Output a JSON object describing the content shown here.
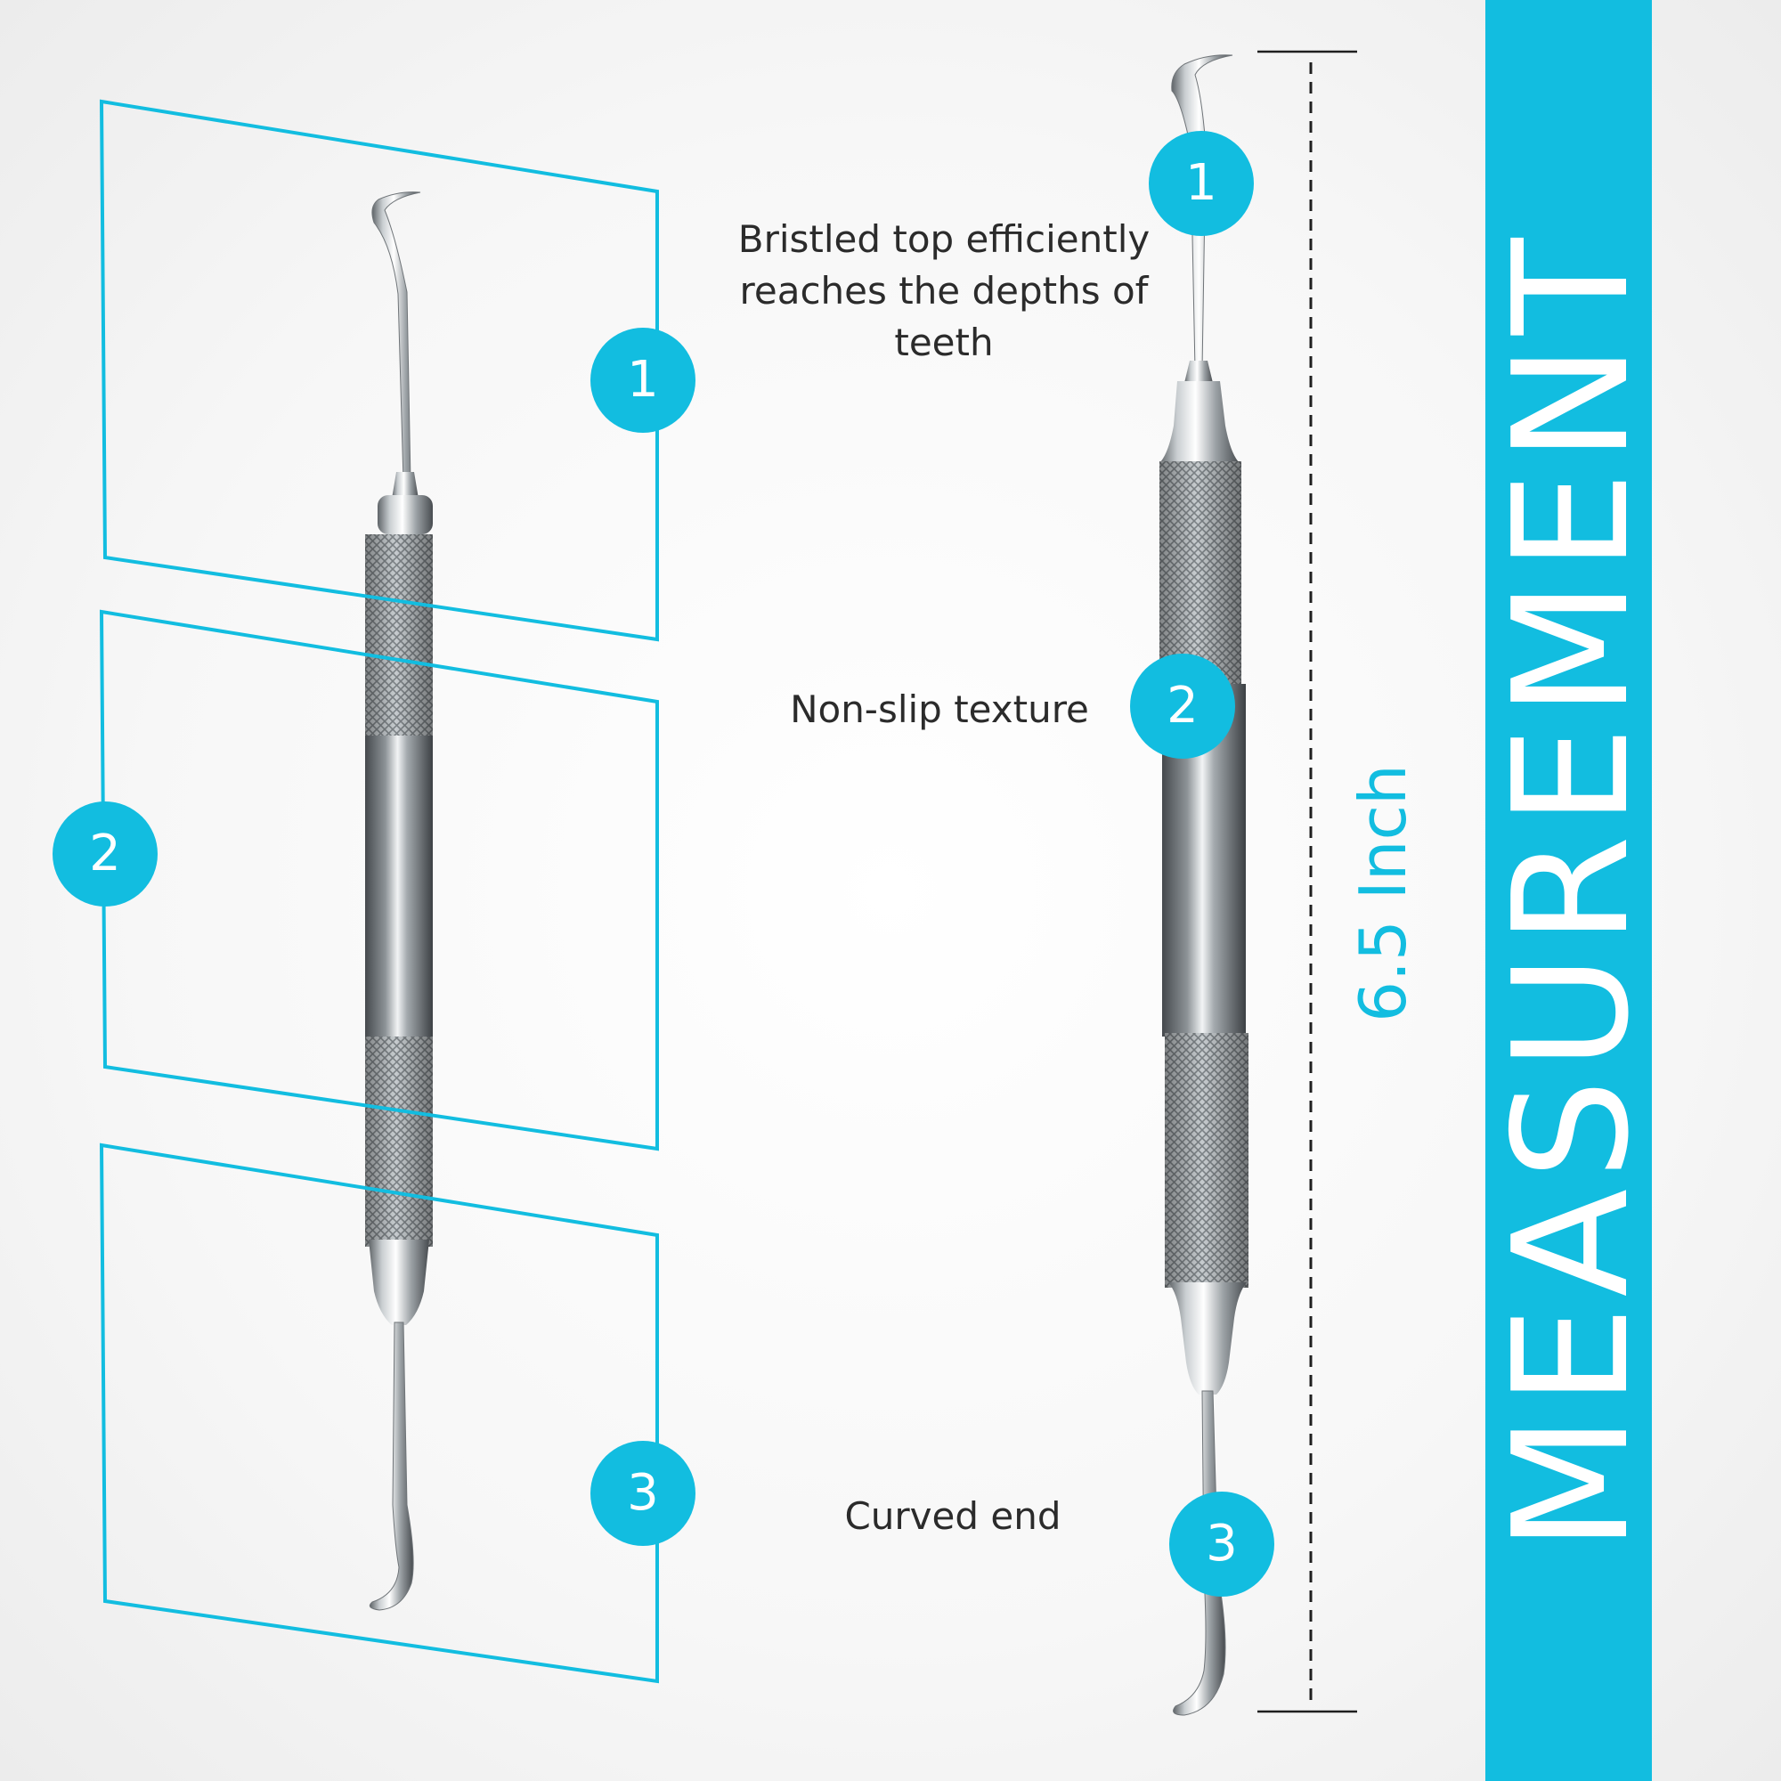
{
  "callouts": {
    "one": {
      "number": "1",
      "caption": "Bristled top efficiently reaches the depths of teeth"
    },
    "two": {
      "number": "2",
      "caption": "Non-slip texture"
    },
    "three": {
      "number": "3",
      "caption": "Curved end"
    }
  },
  "dimension": {
    "label": "6.5 Inch"
  },
  "banner": {
    "label": "MEASUREMENT"
  },
  "colors": {
    "accent": "#12bde0",
    "text": "#2b2b2b",
    "background": "#f7f7f7"
  },
  "icons": {
    "detail_tool": "dental-scaler-tool-icon",
    "full_tool": "dental-scaler-tool-icon",
    "dimension_marker": "dimension-line-icon"
  }
}
